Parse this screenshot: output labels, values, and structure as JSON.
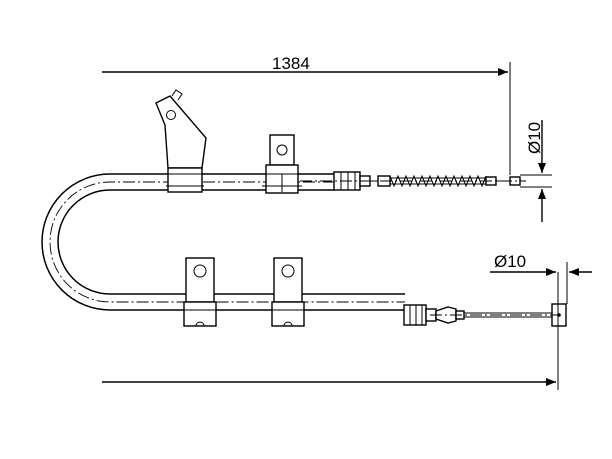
{
  "drawing": {
    "dim_length": "1384",
    "dim_diameter_top": "Ø10",
    "dim_diameter_bottom": "Ø10"
  }
}
